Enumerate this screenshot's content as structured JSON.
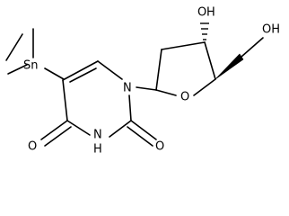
{
  "molecule": {
    "atoms": {
      "tin": "Sn",
      "ring_nitrogen": "N",
      "imide_nitrogen": "N",
      "imide_hydrogen": "H",
      "carbonyl_oxygen_4": "O",
      "carbonyl_oxygen_2": "O",
      "ring_oxygen": "O",
      "hydroxyl_oxygen": "O",
      "hydroxyl_hydrogen": "H",
      "hydroxymethyl_hydroxyl": "OH"
    }
  }
}
